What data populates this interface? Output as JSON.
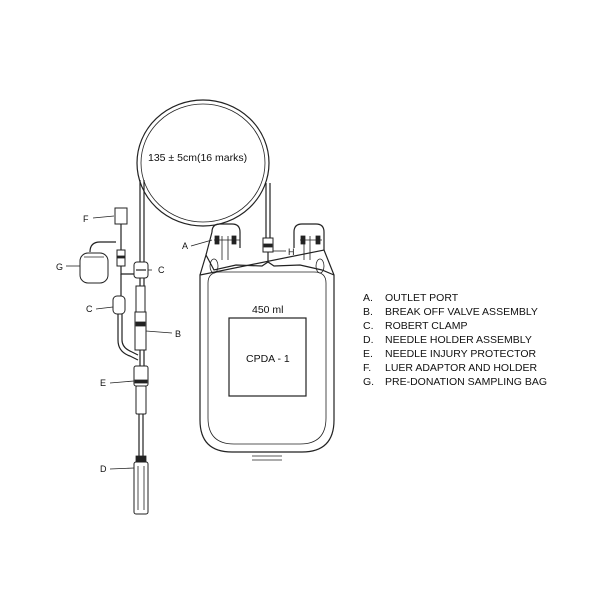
{
  "tubing_label": "135 ± 5cm(16 marks)",
  "bag_volume": "450 ml",
  "bag_solution": "CPDA - 1",
  "callouts": {
    "a": "A",
    "b": "B",
    "c_upper": "C",
    "c_lower": "C",
    "d": "D",
    "e": "E",
    "f": "F",
    "g": "G",
    "h": "H"
  },
  "legend": [
    {
      "letter": "A.",
      "text": "OUTLET PORT"
    },
    {
      "letter": "B.",
      "text": "BREAK OFF VALVE ASSEMBLY"
    },
    {
      "letter": "C.",
      "text": "ROBERT CLAMP"
    },
    {
      "letter": "D.",
      "text": "NEEDLE HOLDER ASSEMBLY"
    },
    {
      "letter": "E.",
      "text": "NEEDLE INJURY PROTECTOR"
    },
    {
      "letter": "F.",
      "text": "LUER ADAPTOR AND HOLDER"
    },
    {
      "letter": "G.",
      "text": "PRE-DONATION SAMPLING BAG"
    }
  ]
}
